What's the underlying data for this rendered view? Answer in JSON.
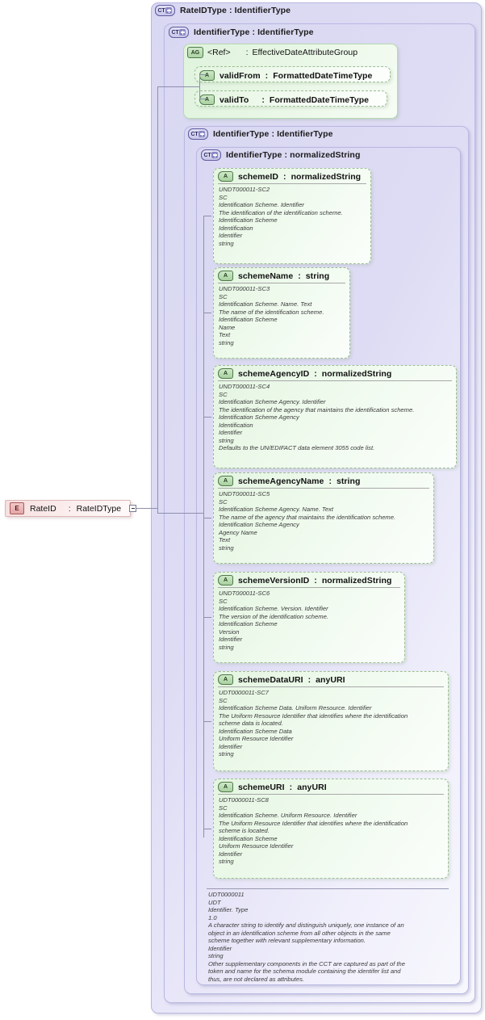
{
  "diagram": {
    "kind": "xsd-schema-diagram",
    "root_element": {
      "badge": "E",
      "name": "RateID",
      "separator": ":",
      "type": "RateIDType"
    },
    "containers": [
      {
        "badge": "CT",
        "title": "RateIDType : IdentifierType"
      },
      {
        "badge": "CT",
        "title": "IdentifierType : IdentifierType"
      },
      {
        "badge": "CT",
        "title": "IdentifierType : IdentifierType"
      },
      {
        "badge": "CT",
        "title": "IdentifierType : normalizedString"
      }
    ],
    "attribute_group": {
      "badge": "AG",
      "ref_label": "<Ref>",
      "separator": ":",
      "name": "EffectiveDateAttributeGroup",
      "attributes": [
        {
          "badge": "A",
          "name": "validFrom",
          "separator": ":",
          "type": "FormattedDateTimeType"
        },
        {
          "badge": "A",
          "name": "validTo",
          "separator": ":",
          "type": "FormattedDateTimeType"
        }
      ]
    },
    "attributes": [
      {
        "badge": "A",
        "name": "schemeID",
        "separator": ":",
        "type": "normalizedString",
        "doc": "UNDT000011-SC2\nSC\nIdentification Scheme. Identifier\nThe identification of the identification scheme.\nIdentification Scheme\nIdentification\nIdentifier\nstring"
      },
      {
        "badge": "A",
        "name": "schemeName",
        "separator": ":",
        "type": "string",
        "doc": "UNDT000011-SC3\nSC\nIdentification Scheme. Name. Text\nThe name of the identification scheme.\nIdentification Scheme\nName\nText\nstring"
      },
      {
        "badge": "A",
        "name": "schemeAgencyID",
        "separator": ":",
        "type": "normalizedString",
        "doc": "UNDT000011-SC4\nSC\nIdentification Scheme Agency. Identifier\nThe identification of the agency that maintains the identification scheme.\nIdentification Scheme Agency\nIdentification\nIdentifier\nstring\nDefaults to the UN/EDIFACT data element 3055 code list."
      },
      {
        "badge": "A",
        "name": "schemeAgencyName",
        "separator": ":",
        "type": "string",
        "doc": "UNDT000011-SC5\nSC\nIdentification Scheme Agency. Name. Text\nThe name of the agency that maintains the identification scheme.\nIdentification Scheme Agency\nAgency Name\nText\nstring"
      },
      {
        "badge": "A",
        "name": "schemeVersionID",
        "separator": ":",
        "type": "normalizedString",
        "doc": "UNDT000011-SC6\nSC\nIdentification Scheme. Version. Identifier\nThe version of the identification scheme.\nIdentification Scheme\nVersion\nIdentifier\nstring"
      },
      {
        "badge": "A",
        "name": "schemeDataURI",
        "separator": ":",
        "type": "anyURI",
        "doc": "UDT0000011-SC7\nSC\nIdentification Scheme Data. Uniform Resource. Identifier\nThe Uniform Resource Identifier that identifies where the identification\nscheme data is located.\nIdentification Scheme Data\nUniform Resource Identifier\nIdentifier\nstring"
      },
      {
        "badge": "A",
        "name": "schemeURI",
        "separator": ":",
        "type": "anyURI",
        "doc": "UDT0000011-SC8\nSC\nIdentification Scheme. Uniform Resource. Identifier\nThe Uniform Resource Identifier that identifies where the identification\nscheme is located.\nIdentification Scheme\nUniform Resource Identifier\nIdentifier\nstring"
      }
    ],
    "type_documentation": "UDT0000011\nUDT\nIdentifier. Type\n1.0\nA character string to identify and distinguish uniquely, one instance of an\nobject in an identification scheme from all other objects in the same\nscheme together with relevant supplementary information.\nIdentifier\nstring\nOther supplementary components in the CCT are captured as part of the\ntoken and name for the schema module containing the identifer list and\nthus, are not declared as attributes.",
    "colors": {
      "complex_type_fill": "#dedcf4",
      "complex_type_border": "#b9b7e0",
      "attribute_fill": "#e4f5e1",
      "attribute_border": "#9cbd96",
      "element_fill": "#f6dede",
      "element_border": "#dcb6b6",
      "connector": "#8e8eb0",
      "page_background": "#ffffff"
    }
  }
}
